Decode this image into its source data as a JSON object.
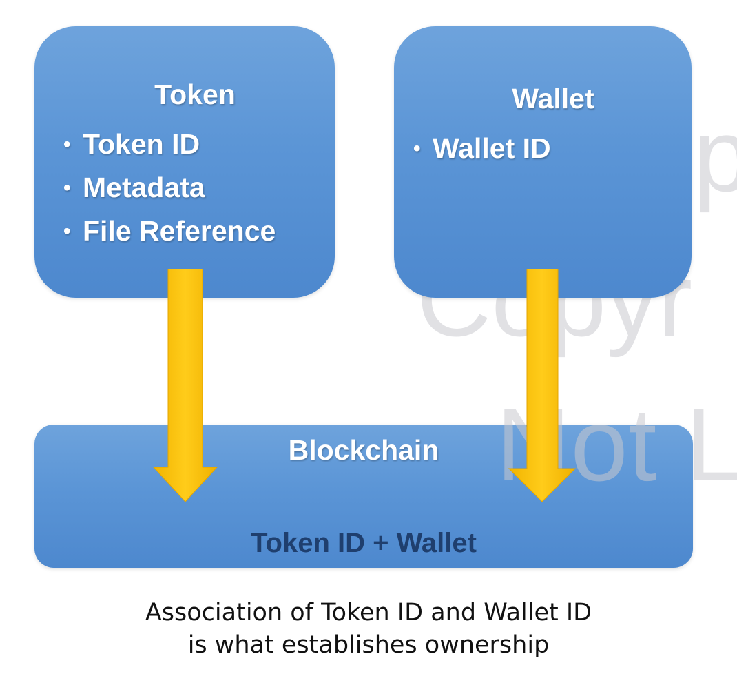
{
  "token_box": {
    "title": "Token",
    "bullet_symbol": "•",
    "items": [
      "Token ID",
      "Metadata",
      "File Reference"
    ]
  },
  "wallet_box": {
    "title": "Wallet",
    "bullet_symbol": "•",
    "items": [
      "Wallet ID"
    ]
  },
  "blockchain_box": {
    "title": "Blockchain",
    "association": "Token ID + Wallet"
  },
  "caption": {
    "line1": "Association of Token ID and Wallet ID",
    "line2": "is what establishes ownership"
  },
  "watermark": {
    "line1": "Shep",
    "line2": "Copyr",
    "line3": "Not L"
  },
  "colors": {
    "box_blue": "#5b95d6",
    "arrow_yellow": "#ffc107",
    "association_text": "#1f3f6e"
  }
}
